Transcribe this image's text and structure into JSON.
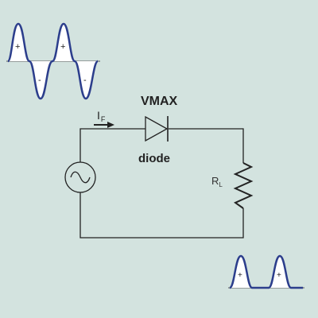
{
  "diagram": {
    "diode_label": "VMAX",
    "diode_caption": "diode",
    "current_label": "I",
    "current_subscript": "F",
    "load_label": "R",
    "load_subscript": "L",
    "input_wave": {
      "positive_sign": "+",
      "negative_sign": "-"
    },
    "output_wave": {
      "positive_sign": "+"
    }
  },
  "colors": {
    "background": "#d3e3df",
    "wire": "#222222",
    "wave_stroke": "#2c3e8c",
    "wave_fill": "#ffffff"
  }
}
